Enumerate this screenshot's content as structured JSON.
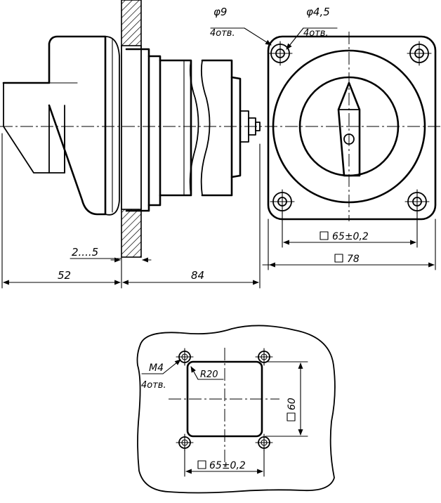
{
  "dimensions": {
    "panel_gap": "2....5",
    "depth_front": "52",
    "depth_back": "84",
    "square_outer": "78",
    "square_holes": "65±0,2"
  },
  "callouts": {
    "hole_large_dia": "φ9",
    "hole_large_count": "4отв.",
    "hole_small_dia": "φ4,5",
    "hole_small_count": "4отв."
  },
  "cutout": {
    "thread": "M4",
    "thread_count": "4отв.",
    "corner_radius": "R20",
    "window_height": "60",
    "hole_spacing": "65±0,2"
  },
  "symbols": {
    "square_symbol": "square"
  }
}
